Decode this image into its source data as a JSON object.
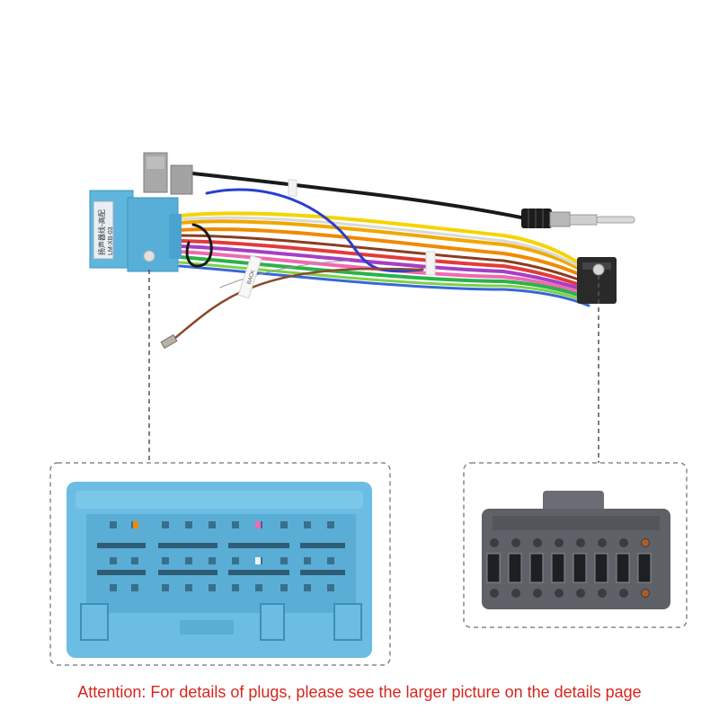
{
  "product": {
    "label_line1": "扬声器线-高配",
    "label_line2": "LM-XB-03",
    "tag_text": "BACK"
  },
  "notice": {
    "text": "Attention: For details of plugs, please see the larger picture on the details page"
  },
  "colors": {
    "connector_blue": "#5fb6dc",
    "connector_gray": "#5e6167",
    "notice_red": "#d7261e"
  }
}
